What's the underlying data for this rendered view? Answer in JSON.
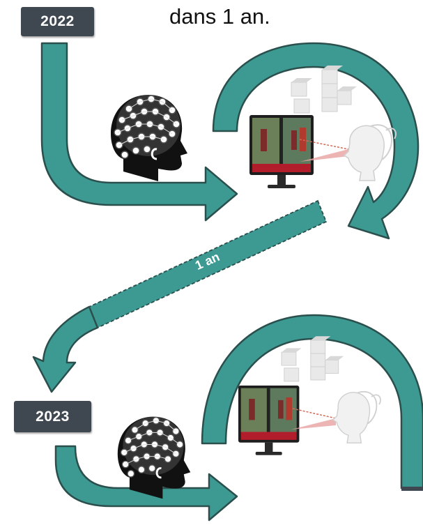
{
  "caption": "dans 1 an.",
  "timeline": {
    "year_start": "2022",
    "year_end": "2023",
    "interval_label": "1 an"
  },
  "colors": {
    "arrow_fill": "#3d9a93",
    "arrow_stroke": "#2b4f4c",
    "badge_bg": "#3f4750",
    "badge_text": "#ffffff",
    "screen_frame": "#1e1e1e",
    "screen_accent": "#b21d2c",
    "head_silhouette": "#111111",
    "gaze_line": "#d46a55"
  },
  "icons": {
    "participant": "eeg-cap-head-icon",
    "display": "monitor-icon",
    "stimulus": "cubes-icon",
    "observer": "mannequin-head-icon"
  }
}
